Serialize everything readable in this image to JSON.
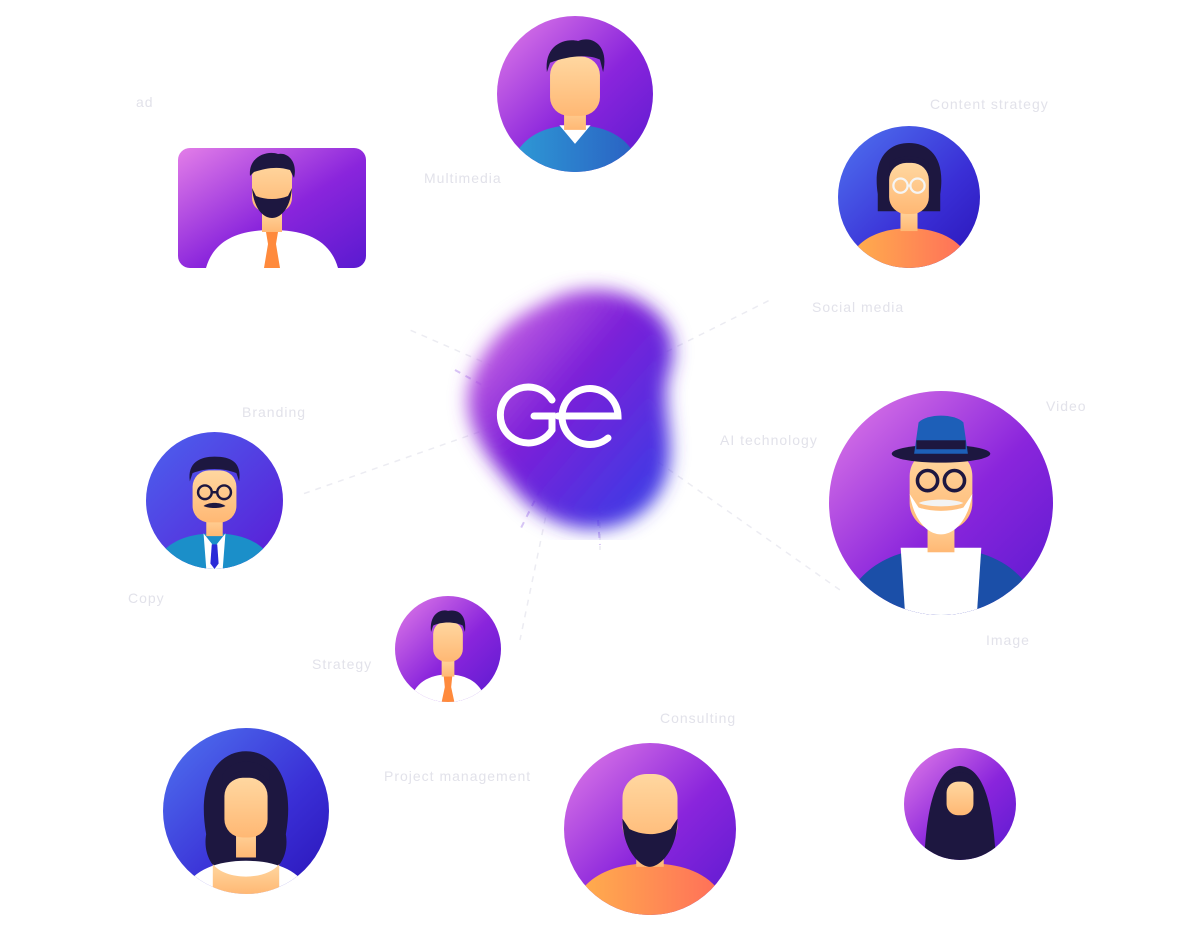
{
  "hub": {
    "logo_text": "Ge"
  },
  "labels": {
    "l1": "ad",
    "l2": "Multimedia",
    "l3": "Content strategy",
    "l4": "Social media",
    "l5": "Branding",
    "l6": "AI technology",
    "l7": "Video",
    "l8": "Copy",
    "l9": "Strategy",
    "l10": "Image",
    "l11": "Consulting",
    "l12": "Project management"
  },
  "colors": {
    "purple": "#7b1fd8",
    "violet": "#9b3fe6",
    "pink": "#e37ee8",
    "blue": "#3b4fe8",
    "orange": "#ff8a3c",
    "skin": "#ffc98e",
    "hair": "#1d1740"
  },
  "avatars": [
    {
      "name": "avatar-man-blue-shirt"
    },
    {
      "name": "avatar-bearded-man-tie"
    },
    {
      "name": "avatar-woman-glasses"
    },
    {
      "name": "avatar-man-mustache"
    },
    {
      "name": "avatar-old-man-hat"
    },
    {
      "name": "avatar-small-man-tie"
    },
    {
      "name": "avatar-woman-long-hair"
    },
    {
      "name": "avatar-bald-bearded-man"
    },
    {
      "name": "avatar-woman-hijab"
    }
  ]
}
